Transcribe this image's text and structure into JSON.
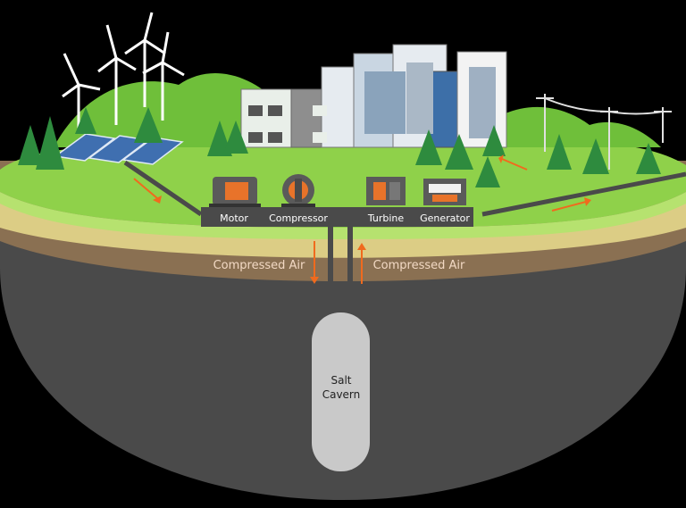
{
  "colors": {
    "background": "#000000",
    "grass": "#8fd14a",
    "grass_light": "#b6e26f",
    "hill": "#6fbf3a",
    "soil": "#8a7052",
    "sand": "#dccd85",
    "rock": "#4a4a4a",
    "rock_light": "#565656",
    "pipe": "#4a4a4a",
    "cavern": "#c9c9c9",
    "arrow": "#f06a1e",
    "label_text": "#f2d9c4",
    "machine_label": "#ffffff"
  },
  "machines": {
    "motor": "Motor",
    "compressor": "Compressor",
    "turbine": "Turbine",
    "generator": "Generator"
  },
  "flows": {
    "down": "Compressed Air",
    "up": "Compressed Air"
  },
  "cavern": {
    "line1": "Salt",
    "line2": "Cavern"
  },
  "icons": [
    "wind-turbine-icon",
    "solar-panel-icon",
    "building-icon",
    "tree-icon",
    "power-pole-icon",
    "motor-icon",
    "compressor-icon",
    "turbine-icon",
    "generator-icon"
  ]
}
